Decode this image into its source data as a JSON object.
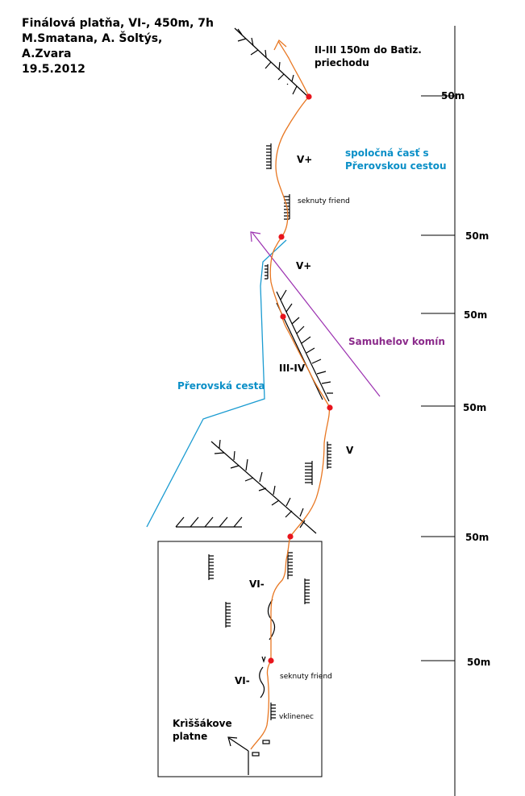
{
  "header": {
    "line1": "Finálová platňa, VI-, 450m, 7h",
    "line2": "M.Smatana, A. Šoltýs,",
    "line3": "A.Zvara",
    "line4": "19.5.2012"
  },
  "pitch_lengths": [
    "50m",
    "50m",
    "50m",
    "50m",
    "50m",
    "50m"
  ],
  "grades": {
    "p6": "V+",
    "p5": "V+",
    "p4": "III-IV",
    "p3": "V",
    "p2": "VI-",
    "p1": "VI-"
  },
  "notes": {
    "exit_line1": "II-III 150m do Batiz.",
    "exit_line2": "priechodu",
    "common_line1": "spoločná časť s",
    "common_line2": "Přerovskou cestou",
    "stuck_friend_top": "seknuty friend",
    "stuck_friend_bottom": "seknuty friend",
    "wedged": "vklinenec",
    "samuhel": "Samuhelov komín",
    "perovska": "Přerovská cesta",
    "slabs_line1": "Krìššákove",
    "slabs_line2": "platne"
  },
  "colors": {
    "route": "#e87722",
    "belay": "#e8141c",
    "perovska_line": "#1a9bd1",
    "samuhel_line": "#9b30b0",
    "ink": "#000000"
  }
}
